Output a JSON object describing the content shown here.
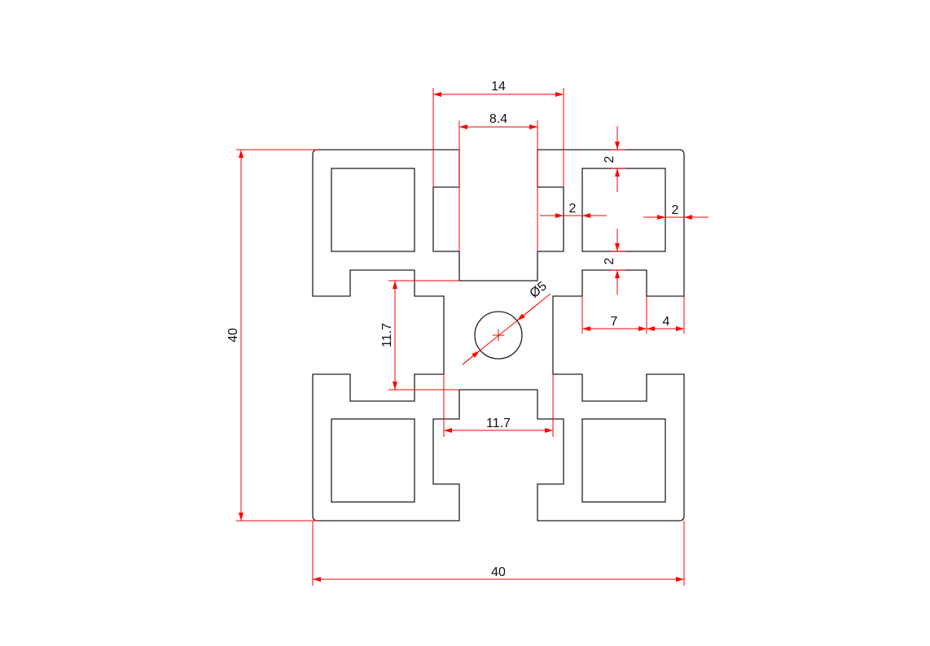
{
  "drawing": {
    "colors": {
      "outline": "#222222",
      "dimension": "#ff0000"
    },
    "dimensions": {
      "slot_outer_width": "14",
      "slot_opening": "8.4",
      "overall_height": "40",
      "overall_width": "40",
      "wall_top": "2",
      "wall_inner": "2",
      "wall_right": "2",
      "wall_slot": "2",
      "notch_width": "7",
      "notch_edge": "4",
      "core_height": "11.7",
      "core_width": "11.7",
      "hole_diameter": "Ø5"
    }
  }
}
